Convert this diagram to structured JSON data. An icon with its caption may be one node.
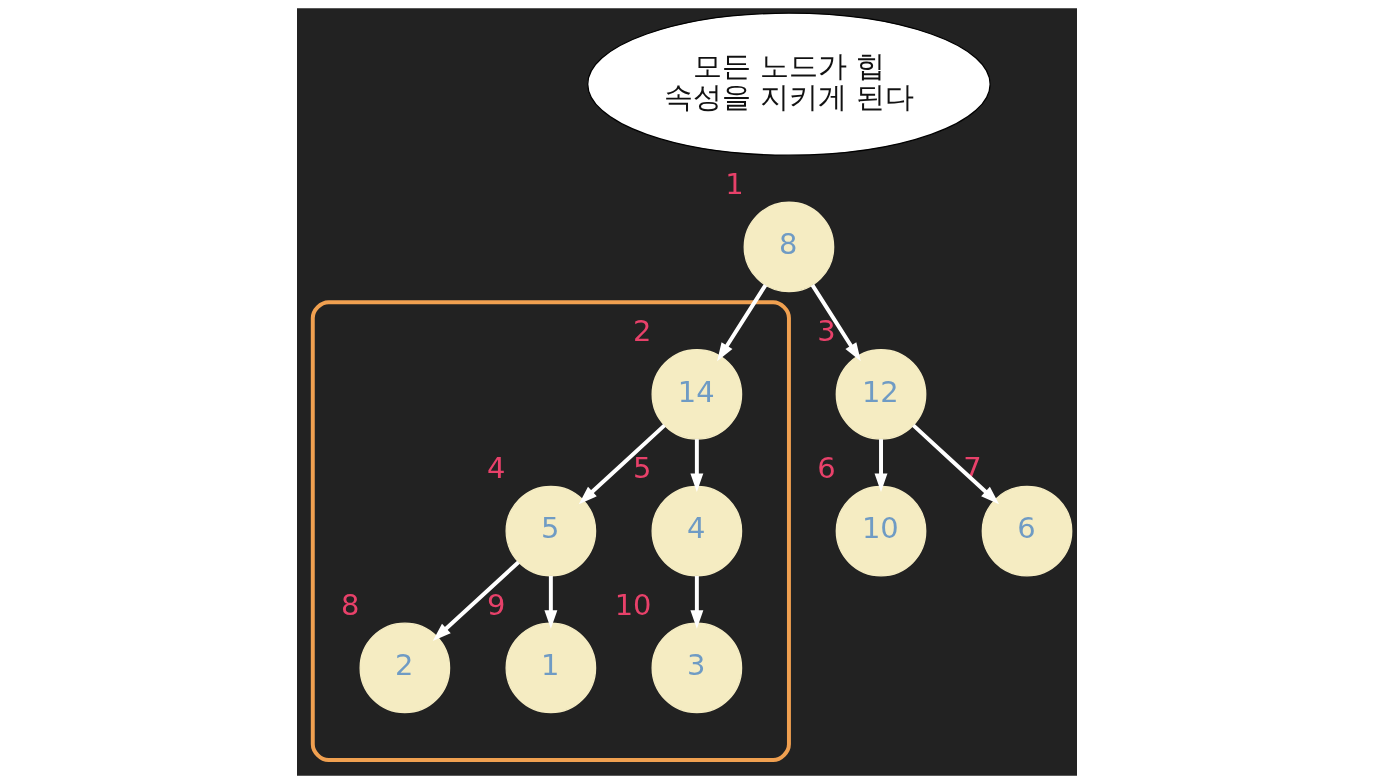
{
  "diagram": {
    "nodes": [
      {
        "text": [
          "모든 노드가 힙 속성을 지키게 된다"
        ]
      },
      {
        "text": [
          "8"
        ],
        "beside": [
          "1"
        ]
      },
      {
        "text": [],
        "shape": "box"
      },
      {
        "text": [
          "14"
        ],
        "beside": [
          "2"
        ],
        "in": 2
      },
      {
        "text": [
          "12"
        ],
        "beside": [
          "3"
        ]
      },
      {
        "text": [
          "5"
        ],
        "beside": [
          "4"
        ],
        "in": 2
      },
      {
        "text": [
          "4"
        ],
        "beside": [
          "5"
        ],
        "in": 2
      },
      {
        "text": [
          "10"
        ],
        "beside": [
          "6"
        ]
      },
      {
        "text": [
          "6"
        ],
        "beside": [
          "7"
        ]
      },
      {
        "text": [
          "2"
        ],
        "beside": [
          "8"
        ],
        "in": 2
      },
      {
        "text": [
          "1"
        ],
        "beside": [
          "9"
        ],
        "in": 2
      },
      {
        "text": [
          "3"
        ],
        "beside": [
          "10"
        ],
        "in": 2
      }
    ],
    "edges": [
      {
        "from": 1,
        "to": 3,
        "arrow": "to"
      },
      {
        "from": 1,
        "to": 4,
        "arrow": "to"
      },
      {
        "from": 3,
        "to": 5,
        "arrow": "to"
      },
      {
        "from": 3,
        "to": 6,
        "arrow": "to"
      },
      {
        "from": 4,
        "to": 7,
        "arrow": "to"
      },
      {
        "from": 4,
        "to": 8,
        "arrow": "to"
      },
      {
        "from": 5,
        "to": 9,
        "arrow": "to"
      },
      {
        "from": 5,
        "to": 10,
        "arrow": "to"
      },
      {
        "from": 6,
        "to": 11,
        "arrow": "to"
      }
    ]
  }
}
